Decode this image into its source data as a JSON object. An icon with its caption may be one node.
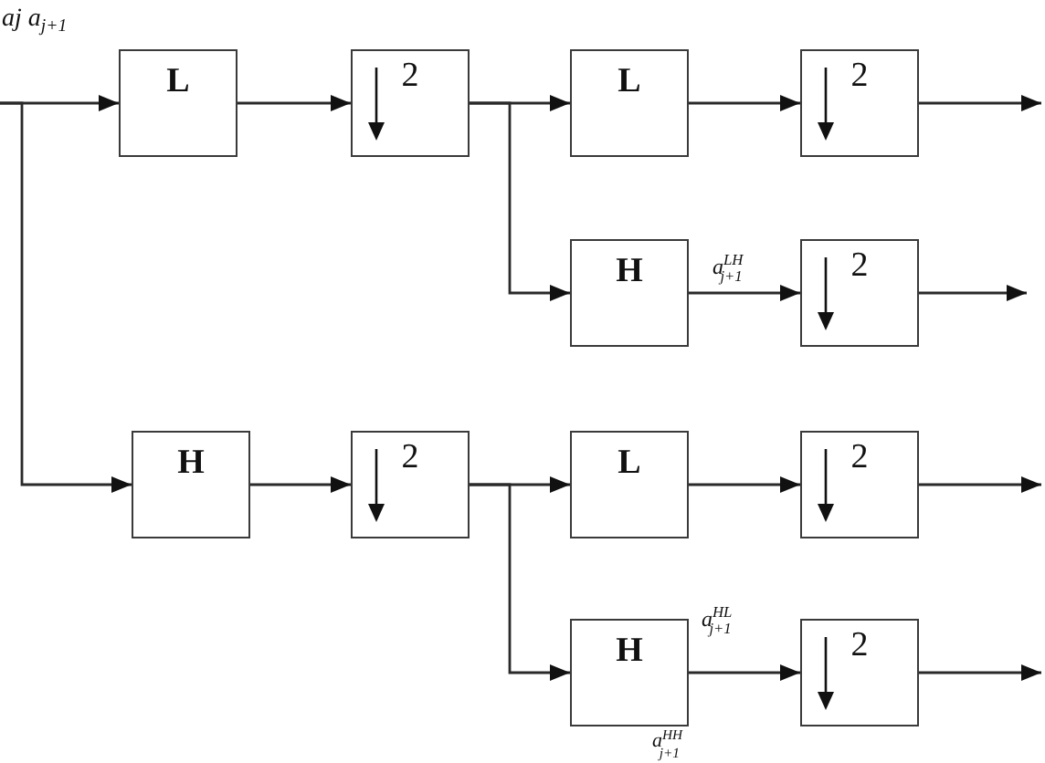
{
  "diagram": {
    "nodes": [
      {
        "text": [
          "L"
        ]
      },
      {
        "text": [
          "2"
        ]
      },
      {
        "text": [
          "L"
        ]
      },
      {
        "text": [
          "2"
        ]
      },
      {
        "text": [
          "H"
        ]
      },
      {
        "text": [
          "2"
        ]
      },
      {
        "text": [
          "H"
        ]
      },
      {
        "text": [
          "2"
        ]
      },
      {
        "text": [
          "L"
        ]
      },
      {
        "text": [
          "2"
        ]
      },
      {
        "text": [
          "H"
        ]
      },
      {
        "text": [
          "2"
        ]
      }
    ],
    "edges": [
      {
        "from": null,
        "to": 0,
        "arrow": "to"
      },
      {
        "from": null,
        "to": 6,
        "arrow": "to"
      },
      {
        "from": 0,
        "to": 1,
        "arrow": "to"
      },
      {
        "from": 1,
        "to": 2,
        "arrow": "to"
      },
      {
        "from": 1,
        "to": 4,
        "arrow": "to"
      },
      {
        "from": 2,
        "to": 3,
        "arrow": "to"
      },
      {
        "from": 3,
        "to": null,
        "arrow": "to"
      },
      {
        "from": 4,
        "to": 5,
        "arrow": "to",
        "label": "a$^{LH}$$_{j+1}$"
      },
      {
        "from": 5,
        "to": null,
        "arrow": "to"
      },
      {
        "from": 6,
        "to": 7,
        "arrow": "to"
      },
      {
        "from": 7,
        "to": 8,
        "arrow": "to"
      },
      {
        "from": 7,
        "to": 10,
        "arrow": "to"
      },
      {
        "from": 8,
        "to": 9,
        "arrow": "to"
      },
      {
        "from": 9,
        "to": null,
        "arrow": "to"
      },
      {
        "from": 10,
        "to": 11,
        "arrow": "to",
        "label": "a$^{HL}$$_{j+1}$"
      },
      {
        "from": 11,
        "to": null,
        "arrow": "to"
      }
    ],
    "labels": [
      "aj a$_{j+1}$",
      "a$^{HH}$$_{j+1}$"
    ]
  }
}
